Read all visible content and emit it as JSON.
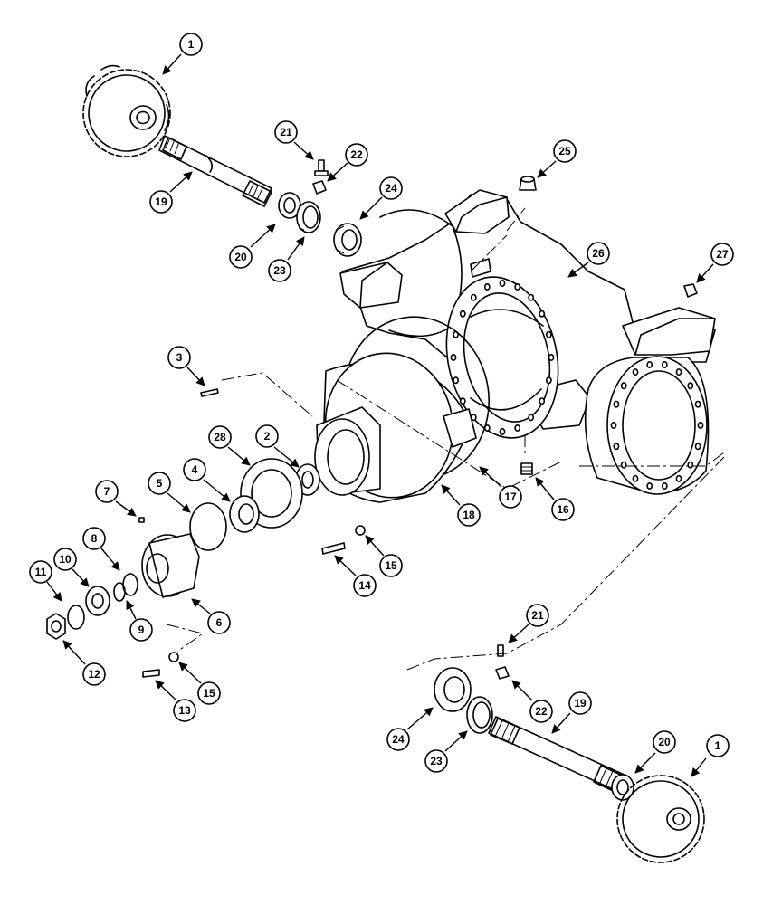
{
  "callouts": [
    {
      "id": "c1a",
      "label": "1"
    },
    {
      "id": "c1b",
      "label": "1"
    },
    {
      "id": "c2",
      "label": "2"
    },
    {
      "id": "c3",
      "label": "3"
    },
    {
      "id": "c4",
      "label": "4"
    },
    {
      "id": "c5",
      "label": "5"
    },
    {
      "id": "c6",
      "label": "6"
    },
    {
      "id": "c7",
      "label": "7"
    },
    {
      "id": "c8",
      "label": "8"
    },
    {
      "id": "c9",
      "label": "9"
    },
    {
      "id": "c10",
      "label": "10"
    },
    {
      "id": "c11",
      "label": "11"
    },
    {
      "id": "c12",
      "label": "12"
    },
    {
      "id": "c13",
      "label": "13"
    },
    {
      "id": "c14",
      "label": "14"
    },
    {
      "id": "c15a",
      "label": "15"
    },
    {
      "id": "c15b",
      "label": "15"
    },
    {
      "id": "c16",
      "label": "16"
    },
    {
      "id": "c17",
      "label": "17"
    },
    {
      "id": "c18",
      "label": "18"
    },
    {
      "id": "c19a",
      "label": "19"
    },
    {
      "id": "c19b",
      "label": "19"
    },
    {
      "id": "c20a",
      "label": "20"
    },
    {
      "id": "c20b",
      "label": "20"
    },
    {
      "id": "c21a",
      "label": "21"
    },
    {
      "id": "c21b",
      "label": "21"
    },
    {
      "id": "c22a",
      "label": "22"
    },
    {
      "id": "c22b",
      "label": "22"
    },
    {
      "id": "c23a",
      "label": "23"
    },
    {
      "id": "c23b",
      "label": "23"
    },
    {
      "id": "c24a",
      "label": "24"
    },
    {
      "id": "c24b",
      "label": "24"
    },
    {
      "id": "c25",
      "label": "25"
    },
    {
      "id": "c26",
      "label": "26"
    },
    {
      "id": "c27",
      "label": "27"
    },
    {
      "id": "c28",
      "label": "28"
    }
  ]
}
